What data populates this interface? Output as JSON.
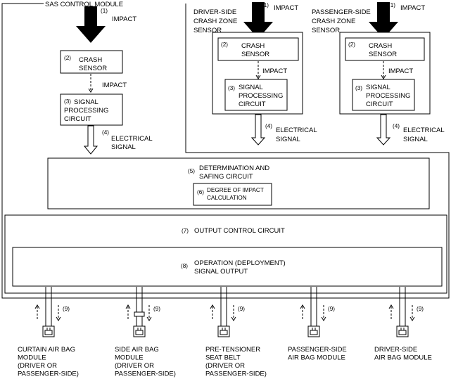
{
  "sas_module": {
    "title": "SAS CONTROL MODULE"
  },
  "impact_label": {
    "num": "(1)",
    "text": "IMPACT"
  },
  "impact_small": "IMPACT",
  "crash_sensor": {
    "num": "(2)",
    "line1": "CRASH",
    "line2": "SENSOR"
  },
  "signal_processing": {
    "num": "(3)",
    "line1": "SIGNAL",
    "line2": "PROCESSING",
    "line3": "CIRCUIT"
  },
  "electrical_signal": {
    "num": "(4)",
    "line1": "ELECTRICAL",
    "line2": "SIGNAL"
  },
  "driver_sensor_title": [
    "DRIVER-SIDE",
    "CRASH ZONE",
    "SENSOR"
  ],
  "passenger_sensor_title": [
    "PASSENGER-SIDE",
    "CRASH ZONE",
    "SENSOR"
  ],
  "determination": {
    "num": "(5)",
    "line1": "DETERMINATION AND",
    "line2": "SAFING CIRCUIT"
  },
  "degree": {
    "num": "(6)",
    "line1": "DEGREE OF IMPACT",
    "line2": "CALCULATION"
  },
  "output_control": {
    "num": "(7)",
    "text": "OUTPUT CONTROL CIRCUIT"
  },
  "operation": {
    "num": "(8)",
    "line1": "OPERATION (DEPLOYMENT)",
    "line2": "SIGNAL OUTPUT"
  },
  "feedback_num": "(9)",
  "outputs": [
    {
      "lines": [
        "CURTAIN AIR BAG",
        "MODULE",
        "(DRIVER OR",
        "PASSENGER-SIDE)"
      ]
    },
    {
      "lines": [
        "SIDE AIR BAG",
        "MODULE",
        "(DRIVER OR",
        "PASSENGER-SIDE)"
      ]
    },
    {
      "lines": [
        "PRE-TENSIONER",
        "SEAT BELT",
        "(DRIVER OR",
        "PASSENGER-SIDE)"
      ]
    },
    {
      "lines": [
        "PASSENGER-SIDE",
        "AIR BAG MODULE"
      ]
    },
    {
      "lines": [
        "DRIVER-SIDE",
        "AIR BAG MODULE"
      ]
    }
  ]
}
